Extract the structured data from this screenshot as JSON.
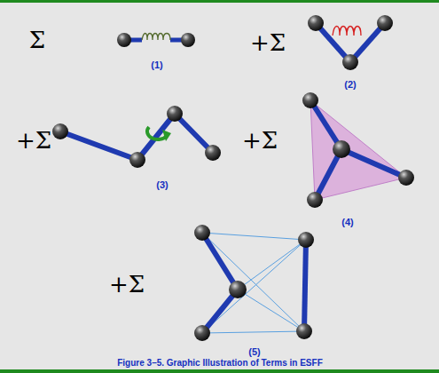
{
  "diagram": {
    "caption": "Figure 3–5. Graphic Illustration of Terms in ESFF",
    "labels": [
      "Σ",
      "(1)",
      "+Σ",
      "(2)",
      "+Σ",
      "(3)",
      "+Σ",
      "(4)",
      "+Σ",
      "(5)"
    ]
  }
}
